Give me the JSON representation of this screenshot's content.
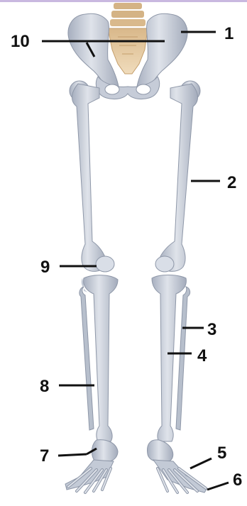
{
  "diagram": {
    "labels": [
      {
        "id": "label-1",
        "text": "1"
      },
      {
        "id": "label-2",
        "text": "2"
      },
      {
        "id": "label-3",
        "text": "3"
      },
      {
        "id": "label-4",
        "text": "4"
      },
      {
        "id": "label-5",
        "text": "5"
      },
      {
        "id": "label-6",
        "text": "6"
      },
      {
        "id": "label-7",
        "text": "7"
      },
      {
        "id": "label-8",
        "text": "8"
      },
      {
        "id": "label-9",
        "text": "9"
      },
      {
        "id": "label-10",
        "text": "10"
      }
    ]
  },
  "colors": {
    "bone_fill": "#c3cad6",
    "bone_shadow": "#9aa3b4",
    "bone_highlight": "#e4e8ef",
    "spine_fill": "#e6c89e",
    "leader_line": "#111111",
    "top_rule": "#c9b8e0"
  }
}
